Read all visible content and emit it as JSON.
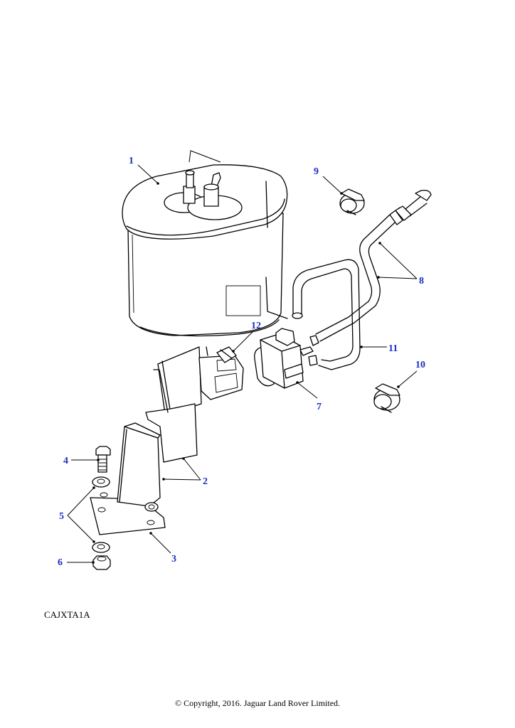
{
  "diagram": {
    "reference_code": "CAJXTA1A",
    "copyright": "© Copyright, 2016. Jaguar Land Rover Limited.",
    "callout_color": "#1a2fc4",
    "callouts": [
      "1",
      "2",
      "3",
      "4",
      "5",
      "6",
      "7",
      "8",
      "9",
      "10",
      "11",
      "12"
    ]
  }
}
